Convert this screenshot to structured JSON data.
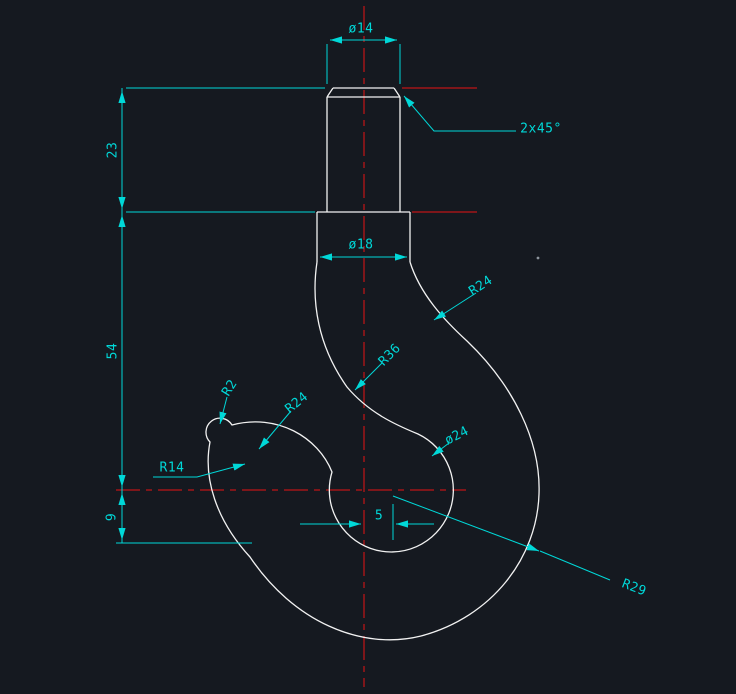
{
  "canvas": {
    "background_color": "#151920",
    "geometry_color": "#f2f2f2",
    "dimension_color": "#00d8d8",
    "centerline_color": "#e81414"
  },
  "dimensions": {
    "shank_diameter": "ø14",
    "shank_length": "23",
    "chamfer_note": "2x45°",
    "collar_diameter": "ø18",
    "body_length": "54",
    "tip_height": "9",
    "radius_outer_right": "R24",
    "radius_throat": "R36",
    "radius_tip": "R2",
    "radius_inner_left": "R24",
    "radius_tip_inner": "R14",
    "opening_diameter": "ø24",
    "center_offset": "5",
    "radius_bottom": "R29"
  }
}
